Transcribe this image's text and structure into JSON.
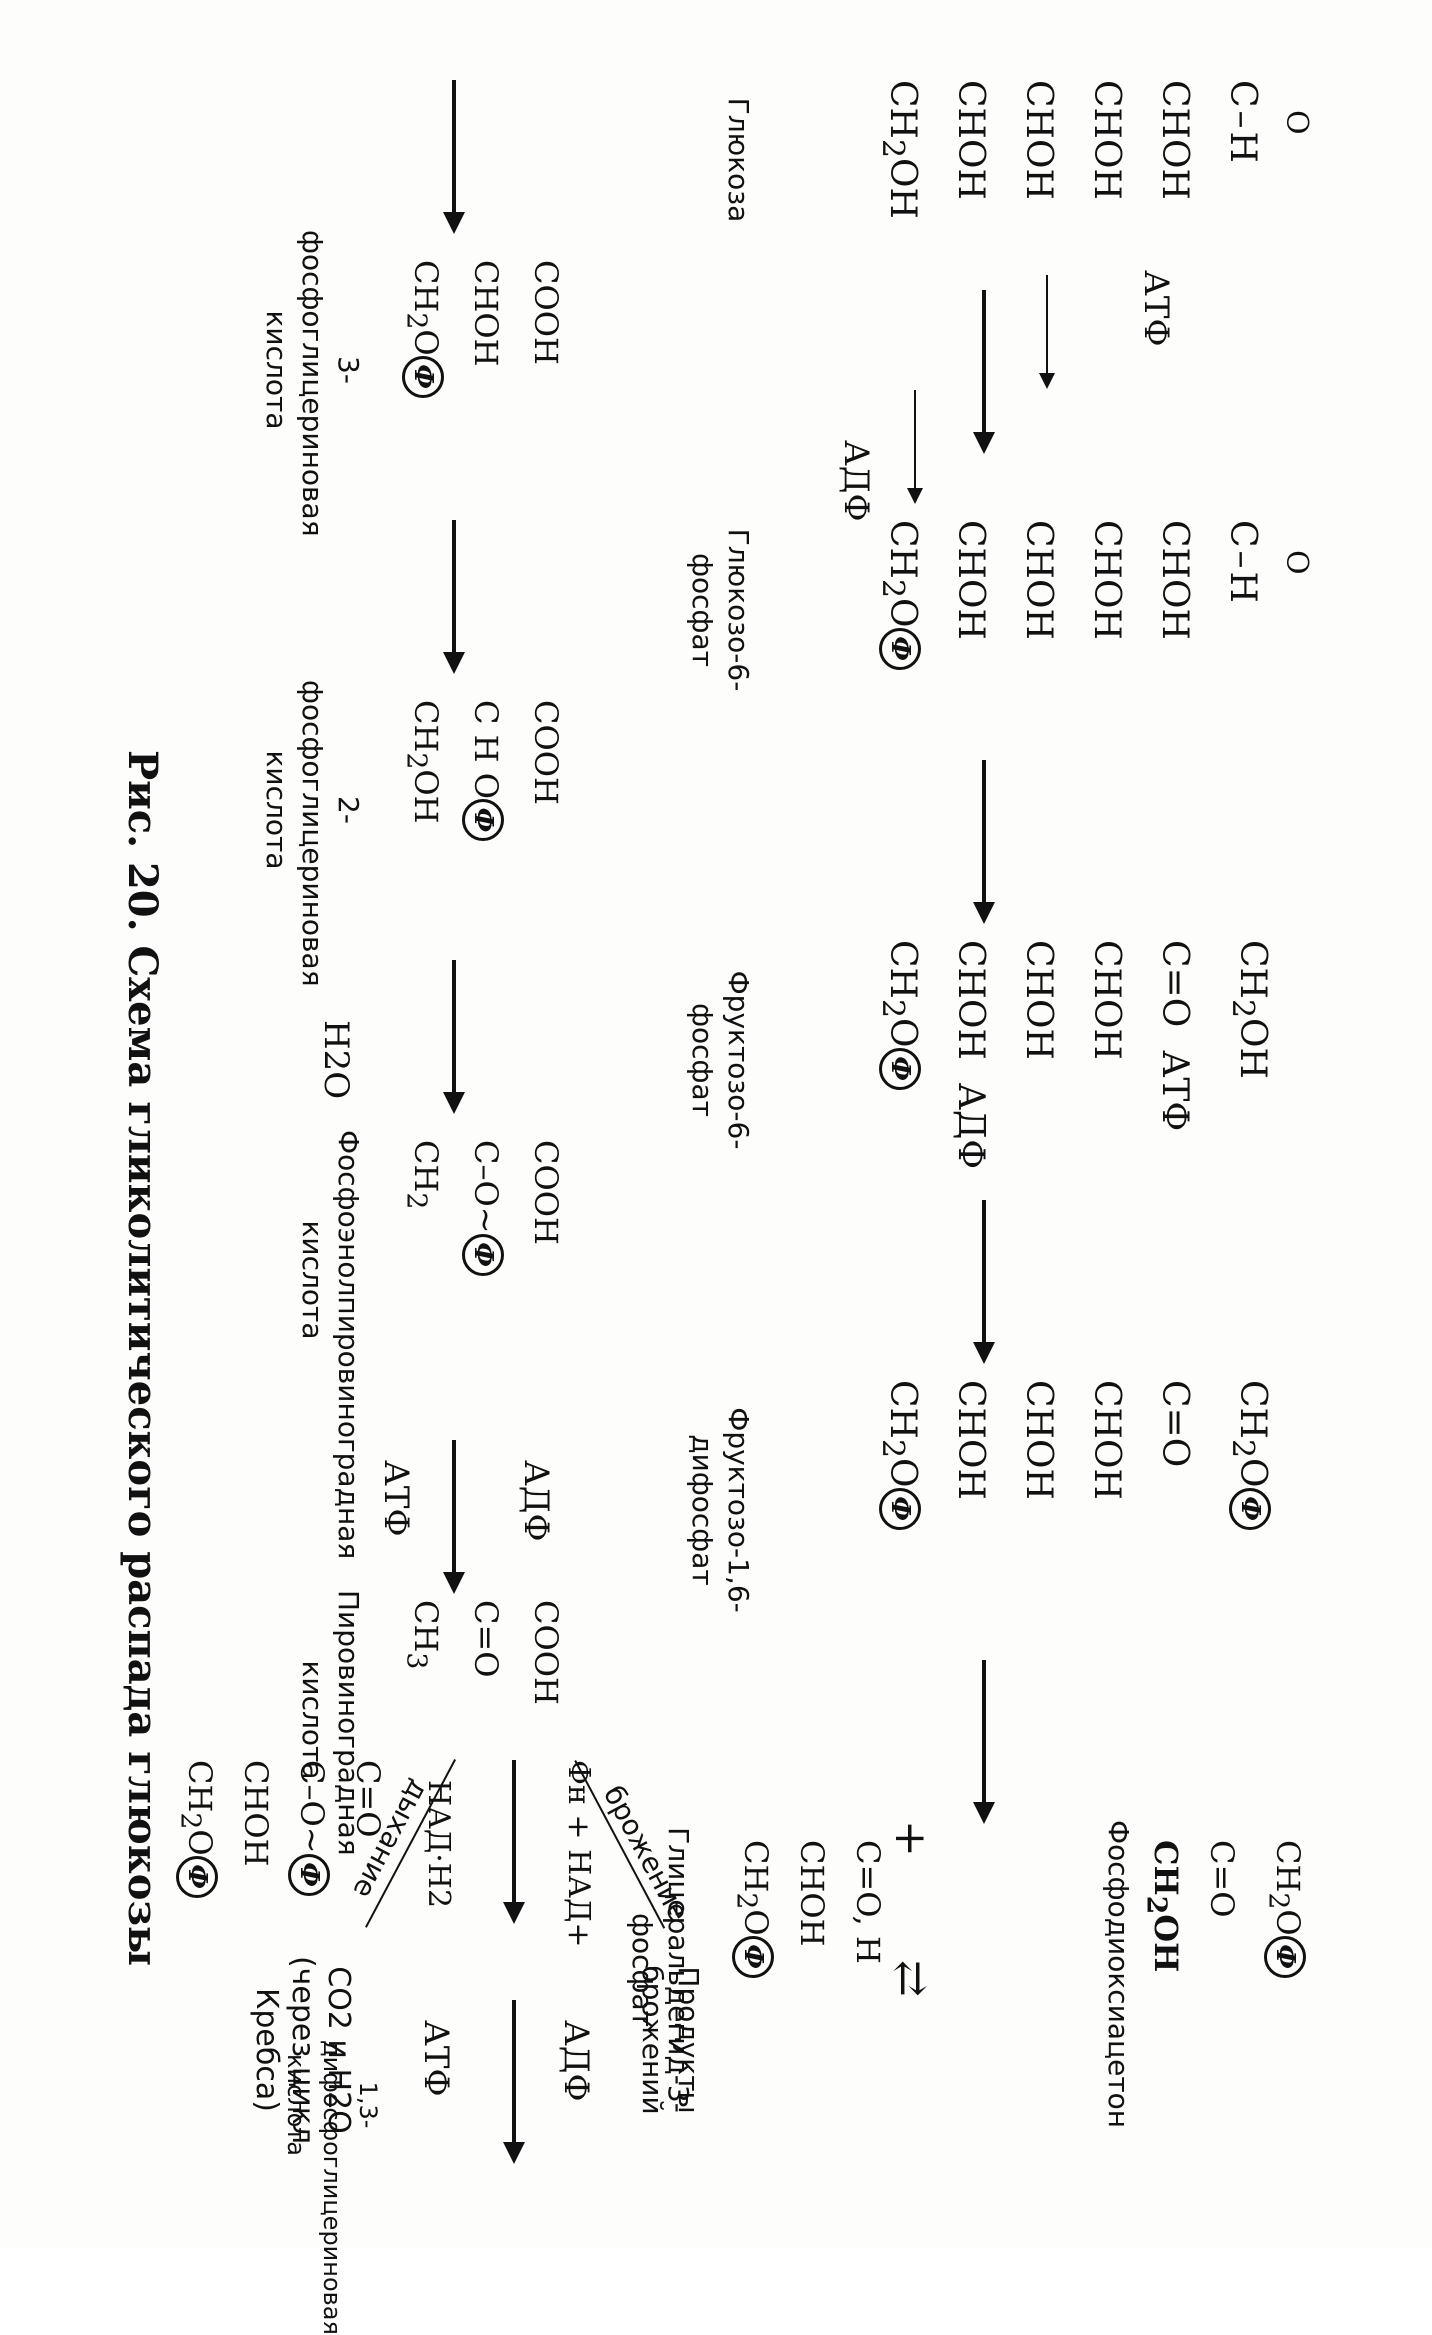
{
  "caption": "Рис. 20. Схема гликолитического распада глюкозы",
  "phosphate_symbol": "Ф",
  "compounds": [
    {
      "name": "Глюкоза",
      "lines": [
        "C=O, H",
        "CHOH",
        "CHOH",
        "CHOH",
        "CHOH",
        "CH2OH"
      ]
    },
    {
      "name": "Глюкозо-6-фосфат",
      "lines": [
        "C=O, H",
        "CHOH",
        "CHOH",
        "CHOH",
        "CHOH",
        "CH2O(Ф)"
      ]
    },
    {
      "name": "Фруктозо-6-фосфат",
      "lines": [
        "CH2OH",
        "C=O",
        "CHOH",
        "CHOH",
        "CHOH",
        "CH2O(Ф)"
      ]
    },
    {
      "name": "Фруктозо-1,6-дифосфат",
      "lines": [
        "CH2O(Ф)",
        "C=O",
        "CHOH",
        "CHOH",
        "CHOH",
        "CH2O(Ф)"
      ]
    },
    {
      "name": "Фосфодиоксиацетон",
      "lines": [
        "CH2O(Ф)",
        "C=O",
        "CH2OH"
      ]
    },
    {
      "name": "Глицеральдегид-3-фосфат",
      "lines": [
        "C=O, H",
        "CHOH",
        "CH2O(Ф)"
      ]
    },
    {
      "name": "1,3-дифосфоглицериновая кислота",
      "lines": [
        "C=O",
        "C-O~(Ф)",
        "CHOH",
        "CH2O(Ф)"
      ]
    },
    {
      "name": "3-фосфоглицериновая кислота",
      "lines": [
        "COOH",
        "CHOH",
        "CH2O(Ф)"
      ]
    },
    {
      "name": "2-фосфоглицериновая кислота",
      "lines": [
        "COOH",
        "CHO(Ф)",
        "CH2OH"
      ]
    },
    {
      "name": "Фосфоэнолпировиноградная кислота",
      "lines": [
        "COOH",
        "C-O~(Ф)",
        "CH2"
      ]
    },
    {
      "name": "Пировиноградная кислота",
      "lines": [
        "COOH",
        "C=O",
        "CH3"
      ]
    }
  ],
  "labels": {
    "atp": "АТФ",
    "adp": "АДФ",
    "water": "H2O",
    "phi_n": "Фн + НАД+",
    "nadh": "НАД·H2",
    "fermentation": "брожение",
    "respiration": "дыхание",
    "fermentation_products": "Продукты брожений",
    "final_products": "CO2 и H2O (через цикл Кребса)"
  }
}
